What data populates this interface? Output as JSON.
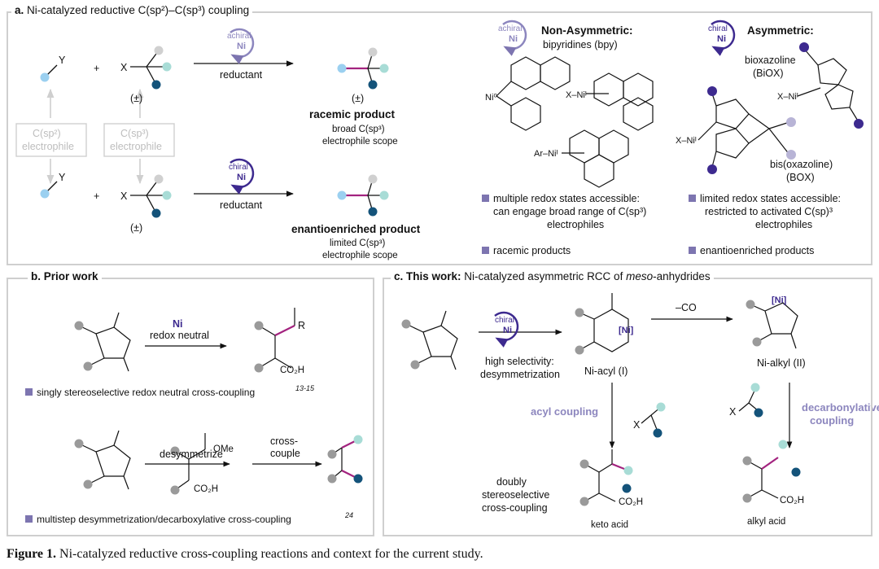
{
  "panel_a": {
    "title_bold": "a.",
    "title": " Ni-catalyzed reductive C(sp²)–C(sp³) coupling",
    "top_row": {
      "reagent1_label": "Y",
      "plus": "+",
      "reagent2_label": "X",
      "racemic_mark": "(±)",
      "catalyst_line1": "achiral",
      "catalyst_line2": "Ni",
      "arrow_label": "reductant",
      "product_mark": "(±)",
      "product_title": "racemic product",
      "product_note1": "broad C(sp³)",
      "product_note2": "electrophile scope"
    },
    "electrophile_labels": {
      "sp2_line1": "C(sp²)",
      "sp2_line2": "electrophile",
      "sp3_line1": "C(sp³)",
      "sp3_line2": "electrophile"
    },
    "bottom_row": {
      "reagent1_label": "Y",
      "plus": "+",
      "reagent2_label": "X",
      "racemic_mark": "(±)",
      "catalyst_line1": "chiral",
      "catalyst_line2": "Ni",
      "arrow_label": "reductant",
      "product_title": "enantioenriched product",
      "product_note1": "limited C(sp³)",
      "product_note2": "electrophile scope"
    },
    "non_asymmetric": {
      "badge_line1": "achiral",
      "badge_line2": "Ni",
      "title": "Non-Asymmetric:",
      "subtitle": "bipyridines (bpy)",
      "complex1_metal": "Ni⁰",
      "complex2_metal": "X–Niᴵ",
      "complex3_metal": "Ar–Niᴵ",
      "bullet1_line1": "multiple redox states accessible:",
      "bullet1_line2": "can engage broad range of C(sp³)",
      "bullet1_line3": "electrophiles",
      "bullet2": "racemic products"
    },
    "asymmetric": {
      "badge_line1": "chiral",
      "badge_line2": "Ni",
      "title": "Asymmetric:",
      "ligand1_line1": "bioxazoline",
      "ligand1_line2": "(BiOX)",
      "complex1_metal": "X–Niᴵ",
      "complex2_metal": "X–Niᴵ",
      "ligand2_line1": "bis(oxazoline)",
      "ligand2_line2": "(BOX)",
      "bullet1_line1": "limited redox states accessible:",
      "bullet1_line2": "restricted to activated C(sp)³",
      "bullet1_line3": "electrophiles",
      "bullet2": "enantioenriched products"
    }
  },
  "panel_b": {
    "title": "b. Prior work",
    "catalyst": "Ni",
    "condition": "redox neutral",
    "product_r": "R",
    "product_acid": "CO₂H",
    "bullet1": "singly stereoselective redox neutral cross-coupling",
    "bullet1_ref": "13-15",
    "step1": "desymmetrize",
    "intermediate_ester": "OMe",
    "intermediate_acid": "CO₂H",
    "step2_line1": "cross-",
    "step2_line2": "couple",
    "bullet2": "multistep desymmetrization/decarboxylative cross-coupling",
    "bullet2_ref": "24"
  },
  "panel_c": {
    "title_bold": "c. This work:",
    "title": " Ni-catalyzed asymmetric RCC of ",
    "title_italic": "meso",
    "title_end": "-anhydrides",
    "catalyst_line1": "chiral",
    "catalyst_line2": "Ni",
    "selectivity_line1": "high selectivity:",
    "selectivity_line2": "desymmetrization",
    "ni_label": "[Ni]",
    "acyl_label": "Ni-acyl (I)",
    "decarbonylation": "–CO",
    "alkyl_label": "Ni-alkyl (II)",
    "acyl_coupling": "acyl coupling",
    "decarb_coupling_line1": "decarbonylative",
    "decarb_coupling_line2": "coupling",
    "x_label": "X",
    "doubly_line1": "doubly",
    "doubly_line2": "stereoselective",
    "doubly_line3": "cross-coupling",
    "keto_acid_group": "CO₂H",
    "keto_acid": "keto acid",
    "alkyl_acid_group": "CO₂H",
    "alkyl_acid": "alkyl acid"
  },
  "caption": {
    "label": "Figure 1.",
    "text": " Ni-catalyzed reductive cross-coupling reactions and context for the current study."
  },
  "colors": {
    "light_blue": "#9bd0f0",
    "teal": "#a8dcd6",
    "dark_blue": "#14537a",
    "gray": "#9a9a9a",
    "magenta": "#a3237f",
    "purple": "#3d2a8f",
    "lavender": "#7d75b0",
    "light_lavender": "#b8b4d6",
    "accent_text": "#8c86be"
  }
}
